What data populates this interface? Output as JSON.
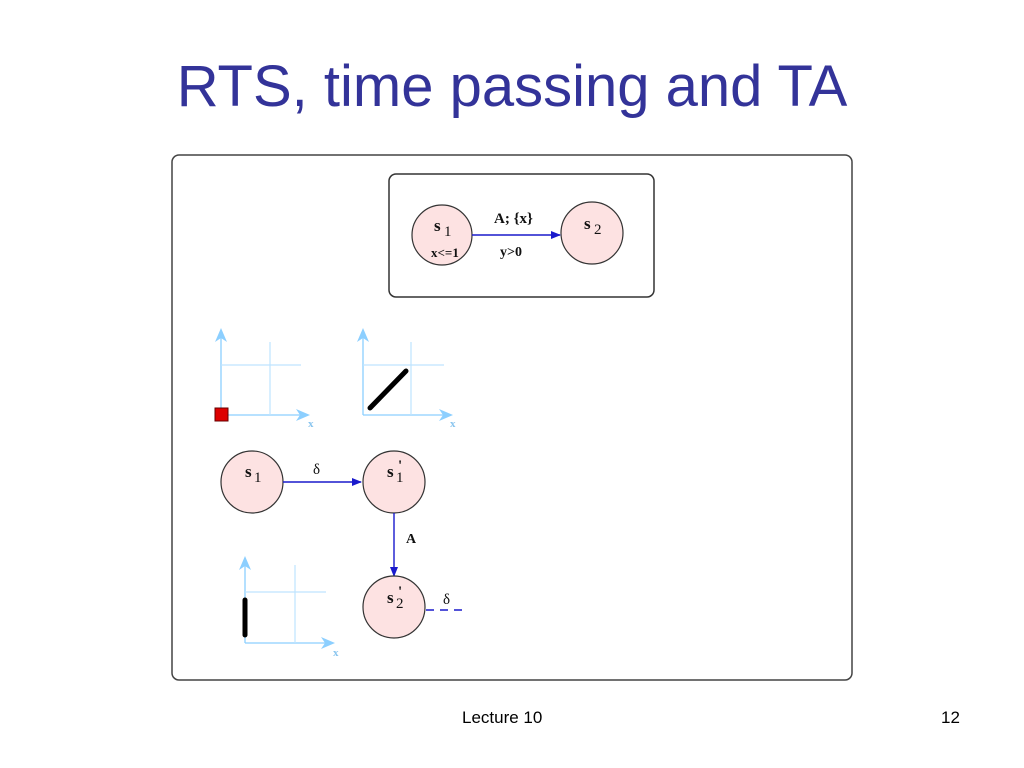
{
  "title": "RTS, time passing and TA",
  "footer": {
    "lecture": "Lecture 10",
    "page": "12"
  },
  "colors": {
    "title": "#333399",
    "state_fill": "#fde2e2",
    "edge": "#1a1acc",
    "axis": "#8ccfff",
    "grid": "#bfe4ff",
    "point": "#dd0000"
  },
  "automaton": {
    "s1": {
      "name": "s",
      "sub": "1",
      "invariant": "x<=1"
    },
    "s2": {
      "name": "s",
      "sub": "2"
    },
    "edge_action": "A; {x}",
    "edge_guard": "y>0"
  },
  "plots": {
    "x_axis_label": "x"
  },
  "rts": {
    "s1": {
      "name": "s",
      "sub": "1"
    },
    "s1p": {
      "name": "s",
      "sub": "1",
      "prime": "'"
    },
    "s2p": {
      "name": "s",
      "sub": "2",
      "prime": "'"
    },
    "delay_label": "δ",
    "action_label": "A",
    "delay_label_2": "δ"
  }
}
